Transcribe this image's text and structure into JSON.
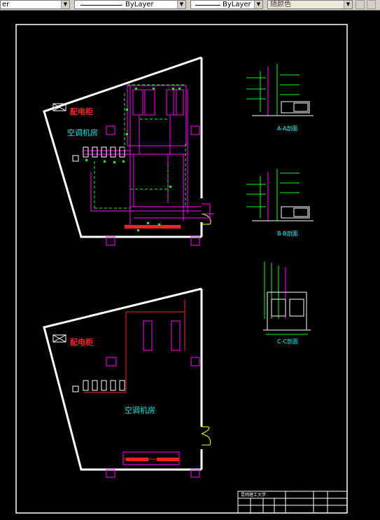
{
  "toolbar": {
    "combo1_text": "er",
    "combo2_text": "ByLayer",
    "combo3_text": "ByLayer",
    "combo4_text": "随颜色"
  },
  "drawing": {
    "upper_plan": {
      "room_label": "配电柜",
      "area_label": "空调机房"
    },
    "lower_plan": {
      "room_label": "配电柜",
      "area_label": "空调机房"
    },
    "sections": [
      {
        "label": "A-A剖面"
      },
      {
        "label": "B-B剖面"
      },
      {
        "label": "C-C剖面"
      }
    ],
    "title_block": {
      "school": "昆明理工大学"
    }
  },
  "colors": {
    "background": "#000000",
    "frame": "#ffffff",
    "pipe_magenta": "#ff00ff",
    "pipe_green": "#00ff00",
    "pipe_red": "#ff2020",
    "text_cyan": "#00e5e5"
  }
}
